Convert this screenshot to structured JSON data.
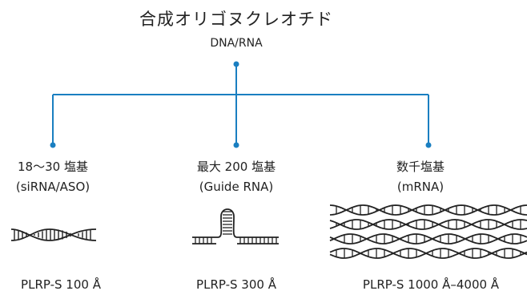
{
  "diagram": {
    "title": "合成オリゴヌクレオチド",
    "subtitle": "DNA/RNA",
    "accent_color": "#1a7fc1",
    "branches": [
      {
        "size_label": "18〜30 塩基",
        "type_label": "(siRNA/ASO)",
        "product": "PLRP-S 100 Å",
        "icon": "double-helix-icon"
      },
      {
        "size_label": "最大 200 塩基",
        "type_label": "(Guide RNA)",
        "product": "PLRP-S 300 Å",
        "icon": "hairpin-icon"
      },
      {
        "size_label": "数千塩基",
        "type_label": "(mRNA)",
        "product": "PLRP-S 1000 Å–4000 Å",
        "icon": "long-helix-icon"
      }
    ]
  }
}
